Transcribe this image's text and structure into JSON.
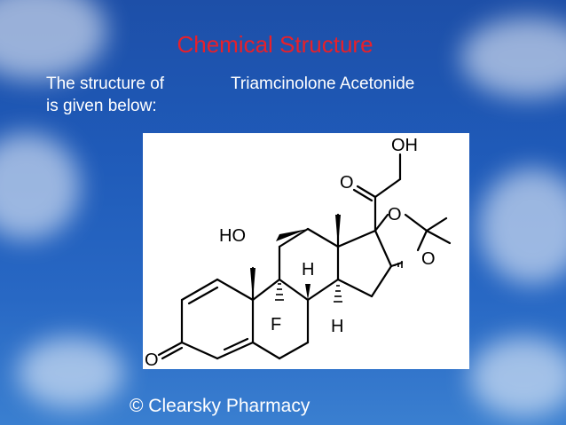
{
  "slide": {
    "title": "Chemical Structure",
    "intro_line1": "The structure of",
    "drug_name": "Triamcinolone Acetonide",
    "intro_line2": "is given below:",
    "copyright": "© Clearsky Pharmacy"
  },
  "structure_labels": {
    "oh": "OH",
    "o_ketone_side": "O",
    "o_acetal_top": "O",
    "o_acetal_bottom": "O",
    "ho": "HO",
    "h_upper": "H",
    "f": "F",
    "h_lower": "H",
    "o_ring_a": "O"
  },
  "colors": {
    "title": "#e8202a",
    "text": "#ffffff",
    "background": "#1f5ab8"
  }
}
